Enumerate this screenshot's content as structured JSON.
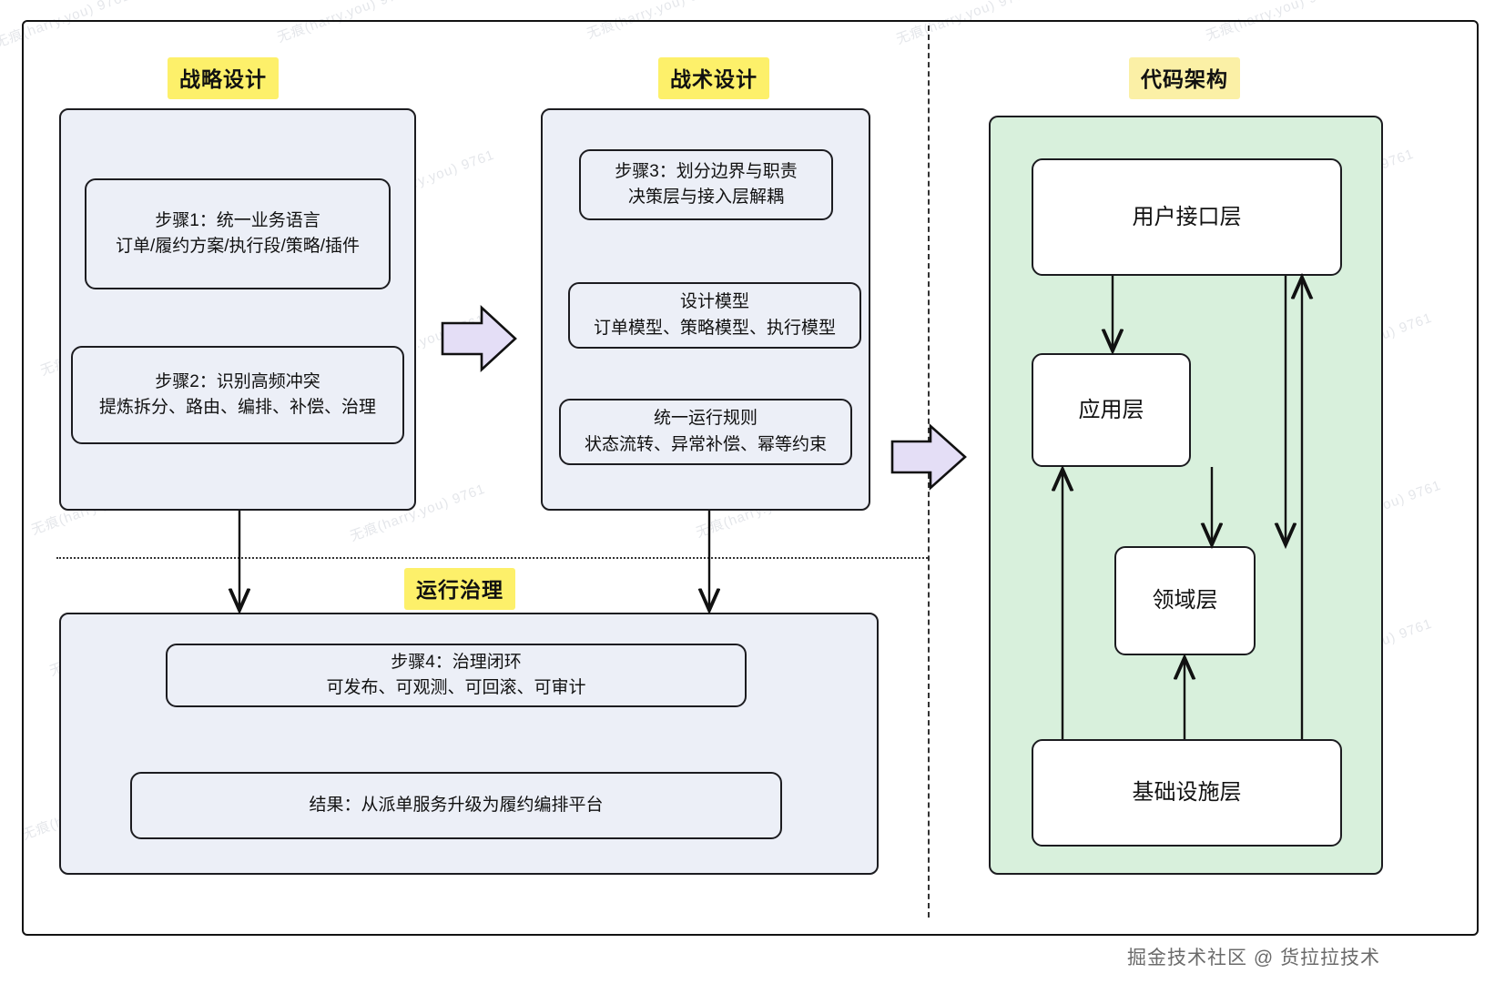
{
  "sections": {
    "strategic": {
      "title": "战略设计"
    },
    "tactical": {
      "title": "战术设计"
    },
    "architecture": {
      "title": "代码架构"
    },
    "governance": {
      "title": "运行治理"
    }
  },
  "strategic_steps": [
    {
      "line1": "步骤1：统一业务语言",
      "line2": "订单/履约方案/执行段/策略/插件"
    },
    {
      "line1": "步骤2：识别高频冲突",
      "line2": "提炼拆分、路由、编排、补偿、治理"
    }
  ],
  "tactical_steps": [
    {
      "line1": "步骤3：划分边界与职责",
      "line2": "决策层与接入层解耦"
    },
    {
      "line1": "设计模型",
      "line2": "订单模型、策略模型、执行模型"
    },
    {
      "line1": "统一运行规则",
      "line2": "状态流转、异常补偿、幂等约束"
    }
  ],
  "governance_steps": [
    {
      "line1": "步骤4：治理闭环",
      "line2": "可发布、可观测、可回滚、可审计"
    },
    {
      "line1": "结果：从派单服务升级为履约编排平台",
      "line2": ""
    }
  ],
  "architecture_layers": [
    {
      "label": "用户接口层"
    },
    {
      "label": "应用层"
    },
    {
      "label": "领域层"
    },
    {
      "label": "基础设施层"
    }
  ],
  "flow_arrows": [
    {
      "name": "strategic-to-tactical"
    },
    {
      "name": "tactical-to-architecture"
    }
  ],
  "credit": "掘金技术社区 @ 货拉拉技术",
  "watermark": "无痕(harry.you) 9761",
  "colors": {
    "highlight": "#fdf06a",
    "panel_blue": "#eceff7",
    "panel_green": "#d8f0dc",
    "arrow_purple": "#e4def6",
    "stroke": "#1c1c20"
  }
}
